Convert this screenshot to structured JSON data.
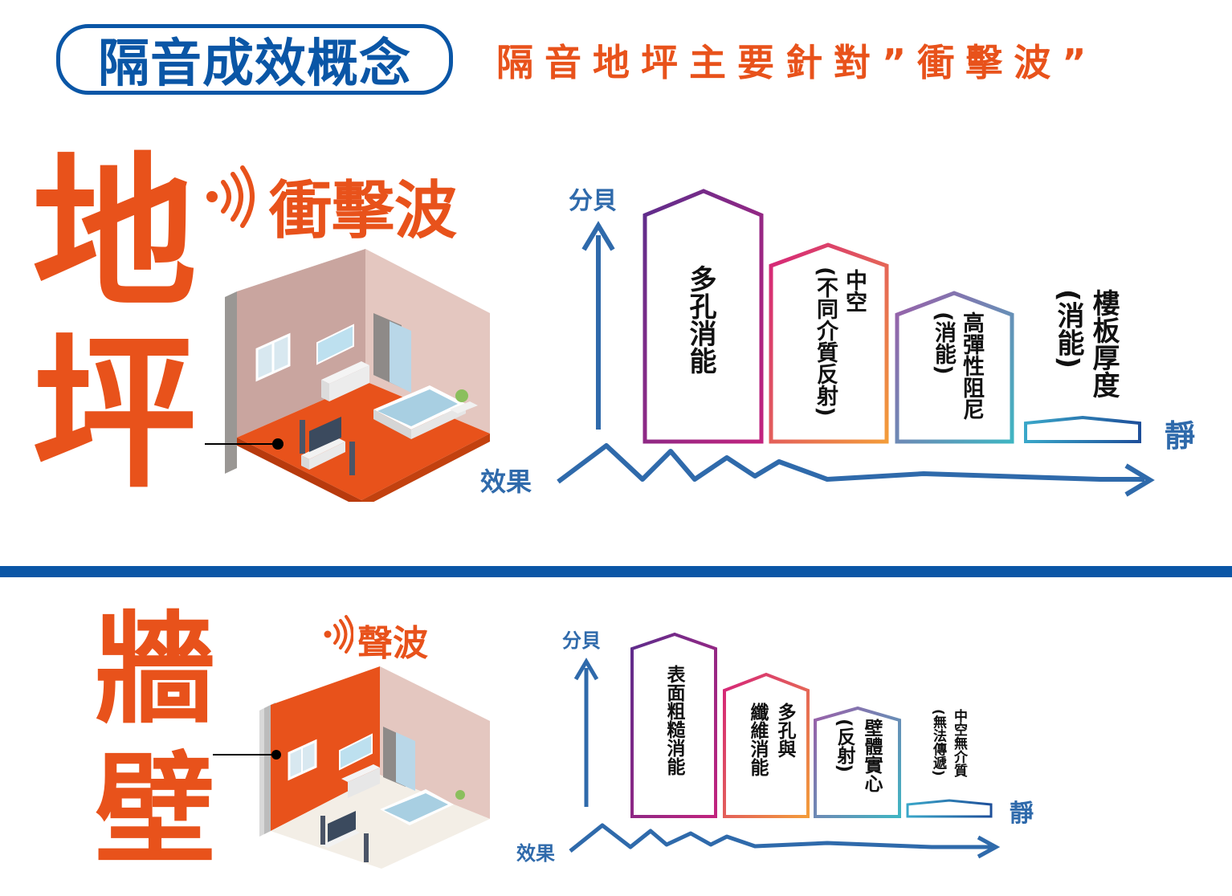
{
  "header": {
    "title": "隔音成效概念",
    "subtitle": "隔音地坪主要針對”衝擊波”"
  },
  "floor": {
    "title_chars": [
      "地",
      "坪"
    ],
    "wave_label": "衝擊波",
    "y_axis_label": "分貝",
    "x_axis_label": "效果",
    "end_label": "靜",
    "blocks": [
      {
        "lines": [
          "多孔消能"
        ],
        "level": 1.0
      },
      {
        "lines": [
          "中空",
          "(不同介質反射)"
        ],
        "level": 0.8
      },
      {
        "lines": [
          "高彈性阻尼",
          "(消能)"
        ],
        "level": 0.6
      },
      {
        "lines": [
          "樓板厚度",
          "(消能)"
        ],
        "level": 0.1
      }
    ]
  },
  "wall": {
    "title_chars": [
      "牆",
      "壁"
    ],
    "wave_label": "聲波",
    "y_axis_label": "分貝",
    "x_axis_label": "效果",
    "end_label": "靜",
    "blocks": [
      {
        "lines": [
          "表面粗糙消能"
        ],
        "level": 1.0
      },
      {
        "lines": [
          "多孔與",
          "纖維消能"
        ],
        "level": 0.8
      },
      {
        "lines": [
          "壁體實心",
          "(反射)"
        ],
        "level": 0.55
      },
      {
        "lines": [
          "中空無介質",
          "(無法傳遞)"
        ],
        "level": 0.1
      }
    ]
  },
  "colors": {
    "brand_blue": "#0a56a6",
    "accent_orange": "#e8521b",
    "axis_blue": "#2f6aab",
    "gradient": [
      "#6a2a86",
      "#c2237e",
      "#ee5a4a",
      "#8b97c4",
      "#3aa7c9"
    ]
  }
}
